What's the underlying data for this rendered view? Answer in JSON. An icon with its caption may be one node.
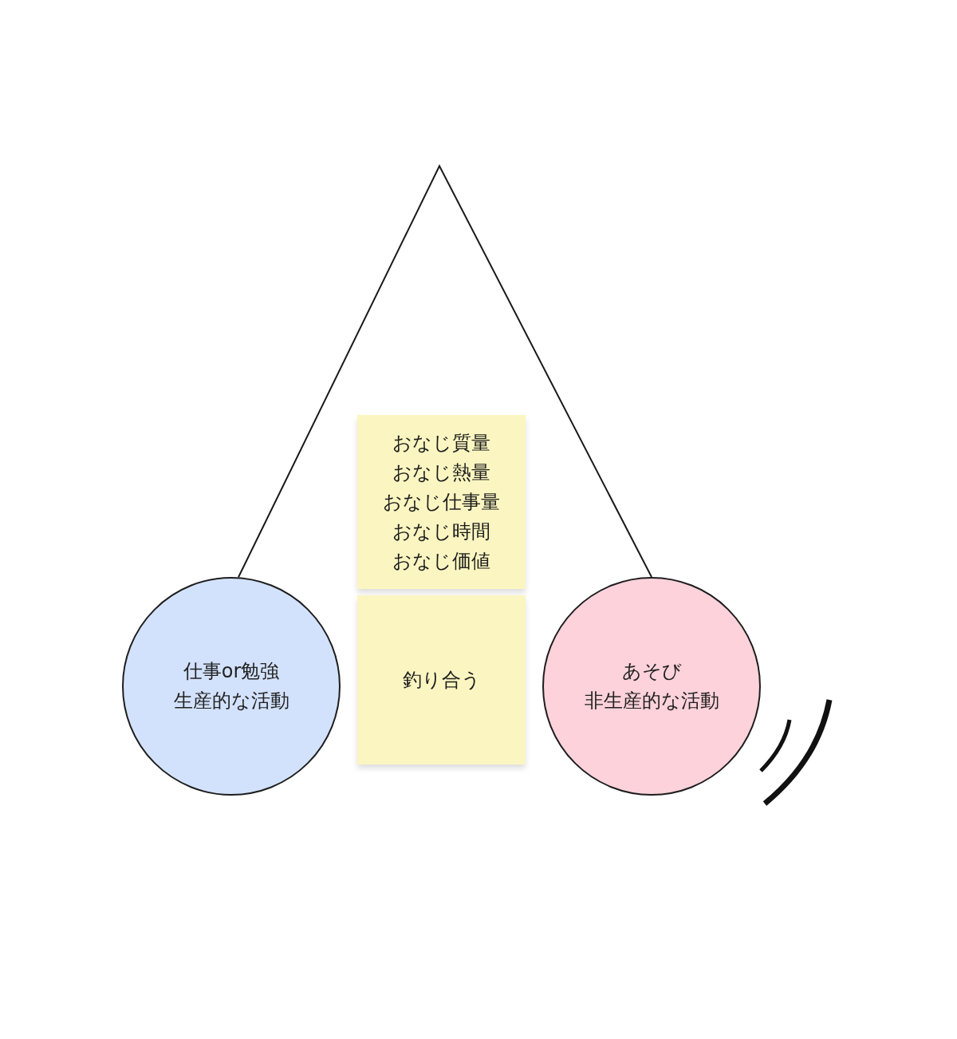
{
  "diagram": {
    "nodes": [
      {
        "text": [
          "仕事or勉強",
          "生産的な活動"
        ]
      },
      {
        "text": [
          "おなじ質量",
          "おなじ熱量",
          "おなじ仕事量",
          "おなじ時間",
          "おなじ価値"
        ]
      },
      {
        "text": [
          "釣り合う"
        ]
      },
      {
        "text": [
          "あそび",
          "非生産的な活動"
        ]
      }
    ],
    "edges": [
      {
        "from": 0,
        "to": 3,
        "arrow": "none"
      }
    ]
  }
}
